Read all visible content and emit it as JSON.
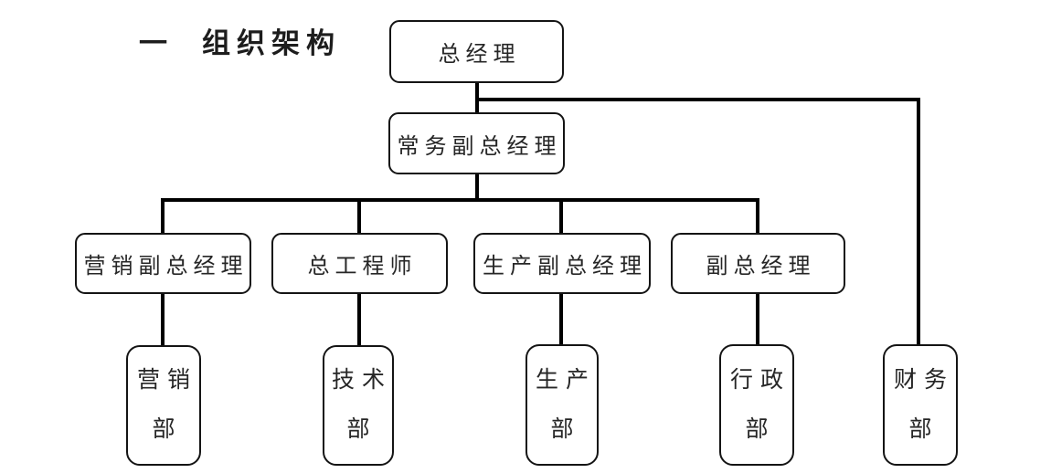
{
  "title": {
    "number": "一",
    "text": "组织架构"
  },
  "org": {
    "root": {
      "label": "总经理"
    },
    "deputy_root": {
      "label": "常务副总经理"
    },
    "managers": [
      {
        "label": "营销副总经理"
      },
      {
        "label": "总工程师"
      },
      {
        "label": "生产副总经理"
      },
      {
        "label": "副总经理"
      }
    ],
    "departments": [
      {
        "line1": "营销",
        "line2": "部"
      },
      {
        "line1": "技术",
        "line2": "部"
      },
      {
        "line1": "生产",
        "line2": "部"
      },
      {
        "line1": "行政",
        "line2": "部"
      },
      {
        "line1": "财务",
        "line2": "部"
      }
    ]
  },
  "colors": {
    "background": "#ffffff",
    "line": "#000000",
    "box_border": "#141414",
    "text": "#262626"
  }
}
